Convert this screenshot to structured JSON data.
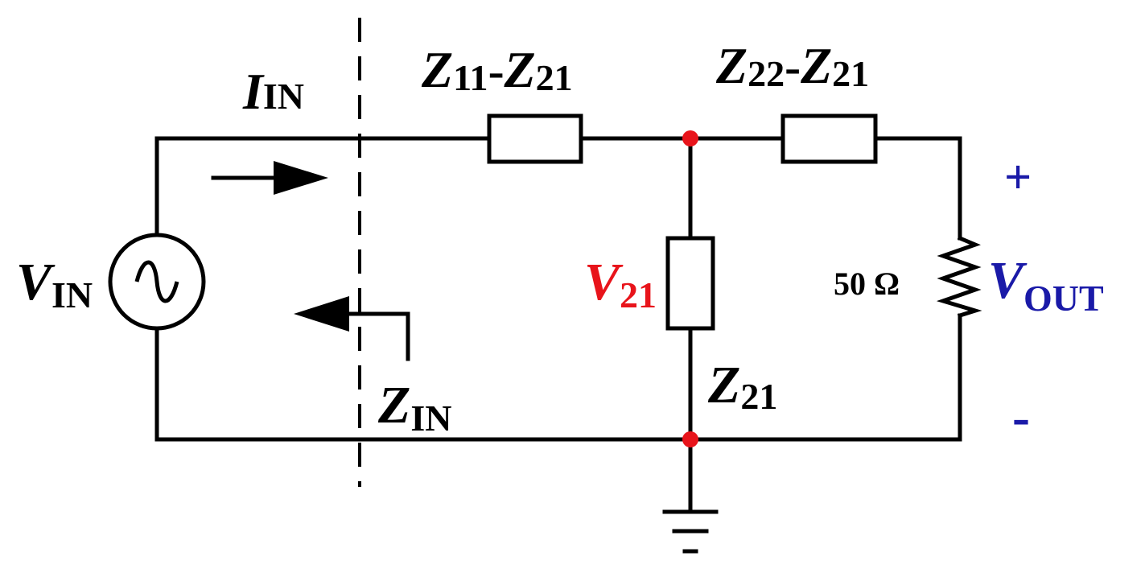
{
  "colors": {
    "ink": "#000000",
    "node": "#e8141b",
    "v21": "#e8141b",
    "vout": "#1a1aa8"
  },
  "labels": {
    "i_in": {
      "main": "I",
      "sub": "IN"
    },
    "v_in": {
      "main": "V",
      "sub": "IN"
    },
    "z_in": {
      "main": "Z",
      "sub": "IN"
    },
    "z_series_left": {
      "main1": "Z",
      "sub1": "11",
      "sep": "-",
      "main2": "Z",
      "sub2": "21"
    },
    "z_series_right": {
      "main1": "Z",
      "sub1": "22",
      "sep": "-",
      "main2": "Z",
      "sub2": "21"
    },
    "v_21": {
      "main": "V",
      "sub": "21"
    },
    "z_shunt": {
      "main": "Z",
      "sub": "21"
    },
    "load": "50 Ω",
    "v_out": {
      "main": "V",
      "sub": "OUT"
    },
    "plus": "+",
    "minus": "-"
  },
  "icons": {
    "source": "ac-voltage-source-icon",
    "ground": "ground-icon"
  }
}
